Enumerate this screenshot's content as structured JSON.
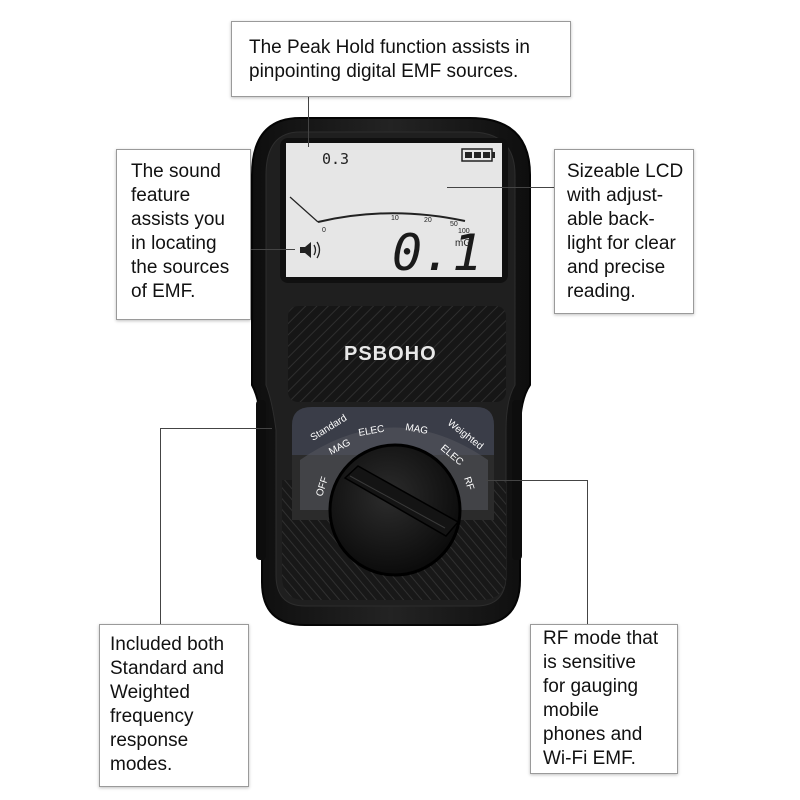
{
  "callouts": {
    "peak_hold": [
      "The Peak Hold function assists in",
      "pinpointing digital EMF sources."
    ],
    "sound": [
      "The sound",
      "feature",
      "assists you",
      "in locating",
      "the sources",
      "of EMF."
    ],
    "lcd": [
      "Sizeable LCD",
      "with adjust-",
      "able back-",
      "light for clear",
      "and precise",
      "reading."
    ],
    "modes": [
      "Included both",
      "Standard and",
      "Weighted",
      "frequency",
      "response",
      "modes."
    ],
    "rf": [
      "RF mode that",
      "is sensitive",
      "for gauging",
      "mobile",
      "phones and",
      "Wi-Fi EMF."
    ]
  },
  "device": {
    "brand": "PSBOHO",
    "lcd": {
      "peak_value": "0.3",
      "reading": "0.1",
      "unit": "mG",
      "scale_ticks": [
        "0",
        "10",
        "20",
        "50",
        "100"
      ],
      "battery_icon": "battery-full-icon",
      "sound_icon": "speaker-icon"
    },
    "dial": {
      "labels": [
        "Standard",
        "MAG",
        "ELEC",
        "MAG",
        "Weighted",
        "ELEC",
        "OFF",
        "RF"
      ]
    }
  },
  "colors": {
    "body": "#1c1c1c",
    "lcd_bg": "#e6e6e6",
    "dial_band": "#3a3d48"
  }
}
